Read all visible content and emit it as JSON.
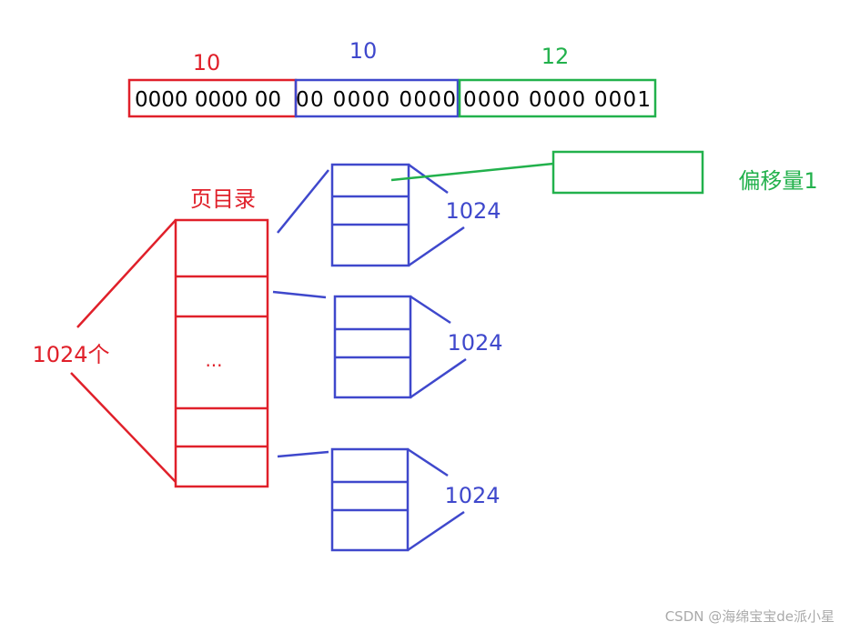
{
  "address": {
    "dir_bits": "10",
    "table_bits": "10",
    "offset_bits": "12",
    "dir_part": "0000 0000 00",
    "table_part": "00 0000 0000",
    "offset_part": "0000 0000 0001"
  },
  "page_directory": {
    "title": "页目录",
    "count_label": "1024个",
    "ellipsis": "..."
  },
  "page_tables": [
    {
      "count": "1024"
    },
    {
      "count": "1024"
    },
    {
      "count": "1024"
    }
  ],
  "offset_label": "偏移量1",
  "watermark": "CSDN @海绵宝宝de派小星",
  "colors": {
    "directory": "#e0202a",
    "table": "#3f48cc",
    "offset": "#22b14c"
  }
}
